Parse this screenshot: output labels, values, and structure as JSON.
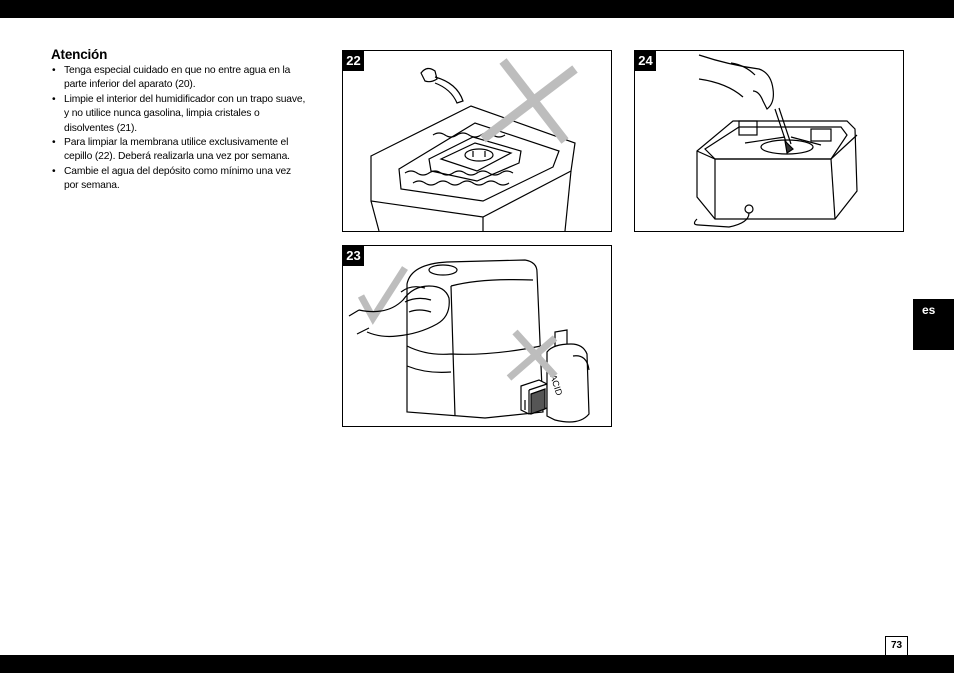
{
  "section": {
    "heading": "Atención",
    "bullets": [
      "Tenga especial cuidado en que no entre agua en la parte inferior del aparato (20).",
      "Limpie el interior del humidificador con un trapo suave, y no utilice nunca gasolina, limpia cristales o disolventes (21).",
      "Para limpiar la membrana utilice exclusivamente el cepillo (22). Deberá realizarla una vez por semana.",
      "Cambie el agua del depósito como mínimo una vez por semana."
    ]
  },
  "figures": {
    "fig22": {
      "number": "22"
    },
    "fig23": {
      "number": "23",
      "bottle_label": "ACID"
    },
    "fig24": {
      "number": "24"
    }
  },
  "language_tab": "es",
  "page_number": "73"
}
